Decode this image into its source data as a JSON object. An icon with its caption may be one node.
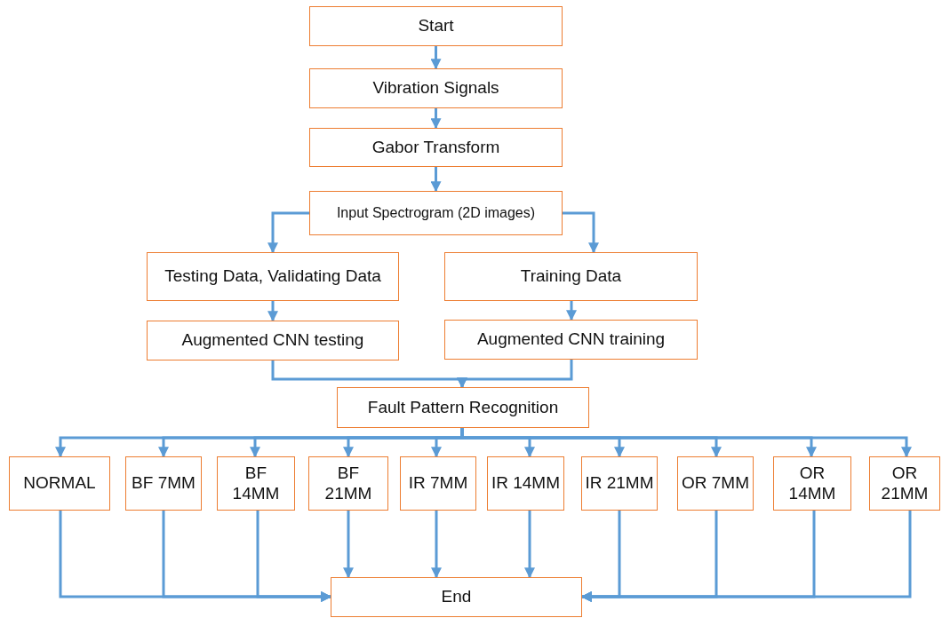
{
  "diagram": {
    "nodes": [
      {
        "text": [
          "Start"
        ]
      },
      {
        "text": [
          "Vibration Signals"
        ]
      },
      {
        "text": [
          "Gabor Transform"
        ]
      },
      {
        "text": [
          "Input Spectrogram (2D images)"
        ]
      },
      {
        "text": [
          "Testing Data, Validating Data"
        ]
      },
      {
        "text": [
          "Training Data"
        ]
      },
      {
        "text": [
          "Augmented CNN testing"
        ]
      },
      {
        "text": [
          "Augmented CNN training"
        ]
      },
      {
        "text": [
          "Fault Pattern Recognition"
        ]
      },
      {
        "text": [
          "NORMAL"
        ]
      },
      {
        "text": [
          "BF 7MM"
        ]
      },
      {
        "text": [
          "BF 14MM"
        ]
      },
      {
        "text": [
          "BF 21MM"
        ]
      },
      {
        "text": [
          "IR 7MM"
        ]
      },
      {
        "text": [
          "IR 14MM"
        ]
      },
      {
        "text": [
          "IR 21MM"
        ]
      },
      {
        "text": [
          "OR 7MM"
        ]
      },
      {
        "text": [
          "OR 14MM"
        ]
      },
      {
        "text": [
          "OR 21MM"
        ]
      },
      {
        "text": [
          "End"
        ]
      }
    ],
    "edges": [
      {
        "from": 0,
        "to": 1,
        "arrow": "to"
      },
      {
        "from": 1,
        "to": 2,
        "arrow": "to"
      },
      {
        "from": 2,
        "to": 3,
        "arrow": "to"
      },
      {
        "from": 3,
        "to": 4,
        "arrow": "to"
      },
      {
        "from": 3,
        "to": 5,
        "arrow": "to"
      },
      {
        "from": 4,
        "to": 6,
        "arrow": "to"
      },
      {
        "from": 5,
        "to": 7,
        "arrow": "to"
      },
      {
        "from": 6,
        "to": 8,
        "arrow": "to"
      },
      {
        "from": 7,
        "to": 8,
        "arrow": "to"
      },
      {
        "from": 8,
        "to": 9,
        "arrow": "to"
      },
      {
        "from": 8,
        "to": 10,
        "arrow": "to"
      },
      {
        "from": 8,
        "to": 11,
        "arrow": "to"
      },
      {
        "from": 8,
        "to": 12,
        "arrow": "to"
      },
      {
        "from": 8,
        "to": 13,
        "arrow": "to"
      },
      {
        "from": 8,
        "to": 14,
        "arrow": "to"
      },
      {
        "from": 8,
        "to": 15,
        "arrow": "to"
      },
      {
        "from": 8,
        "to": 16,
        "arrow": "to"
      },
      {
        "from": 8,
        "to": 17,
        "arrow": "to"
      },
      {
        "from": 8,
        "to": 18,
        "arrow": "to"
      },
      {
        "from": 9,
        "to": 19,
        "arrow": "to"
      },
      {
        "from": 10,
        "to": 19,
        "arrow": "to"
      },
      {
        "from": 11,
        "to": 19,
        "arrow": "to"
      },
      {
        "from": 12,
        "to": 19,
        "arrow": "to"
      },
      {
        "from": 13,
        "to": 19,
        "arrow": "to"
      },
      {
        "from": 14,
        "to": 19,
        "arrow": "to"
      },
      {
        "from": 15,
        "to": 19,
        "arrow": "to"
      },
      {
        "from": 16,
        "to": 19,
        "arrow": "to"
      },
      {
        "from": 17,
        "to": 19,
        "arrow": "to"
      },
      {
        "from": 18,
        "to": 19,
        "arrow": "to"
      }
    ]
  }
}
